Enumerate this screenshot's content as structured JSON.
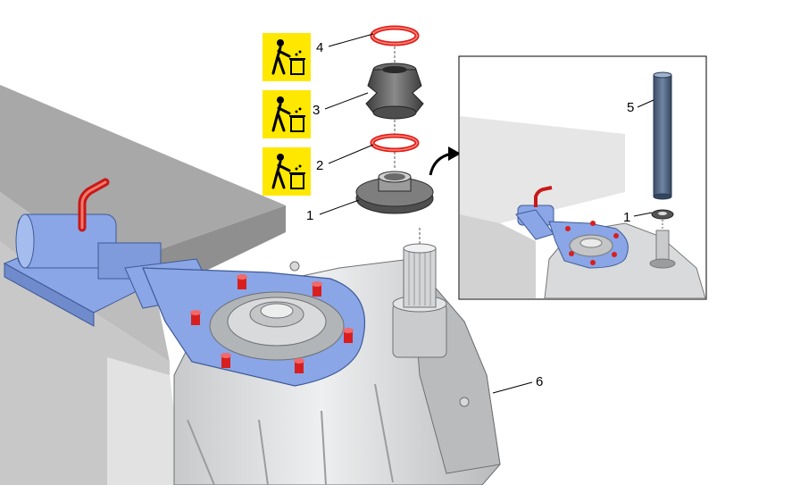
{
  "callouts": {
    "item1_main": "1",
    "item2": "2",
    "item3": "3",
    "item4": "4",
    "item6": "6",
    "item1_inset": "1",
    "item5": "5"
  },
  "icons": {
    "discard_part_4": "trash-bin-icon",
    "discard_part_3": "trash-bin-icon",
    "discard_part_2": "trash-bin-icon"
  },
  "colors": {
    "fixture_blue": "#8aa6e6",
    "seal_red": "#e0201a",
    "warning_yellow": "#ffe800",
    "housing_gray": "#d4d6d8",
    "bench_gray": "#a6a6a6"
  }
}
